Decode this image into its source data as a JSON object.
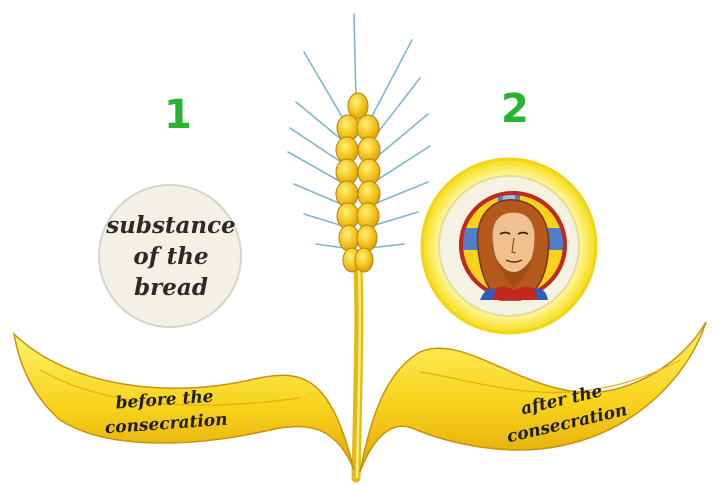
{
  "diagram": {
    "step_one_number": "1",
    "step_two_number": "2",
    "host_label_lines": [
      "substance",
      "of the",
      "bread"
    ],
    "left_leaf_lines": [
      "before the",
      "consecration"
    ],
    "right_leaf_lines": [
      "after the",
      "consecration"
    ]
  },
  "colors": {
    "number_green": "#27b431",
    "wheat_gold": "#f2c21c",
    "leaf_yellow": "#f7d21a",
    "host_fill": "#f3f1e6",
    "halo_yellow": "#fbe92a"
  },
  "icons": [
    "wheat-ear-icon",
    "christ-icon"
  ]
}
